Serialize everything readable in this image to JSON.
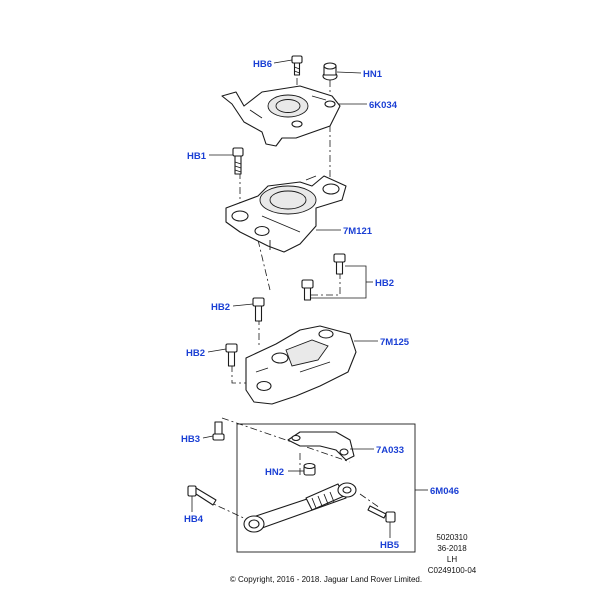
{
  "callouts": {
    "hb6": "HB6",
    "hn1": "HN1",
    "6k034": "6K034",
    "hb1": "HB1",
    "7m121": "7M121",
    "hb2_right": "HB2",
    "hb2_mid": "HB2",
    "hb2_left": "HB2",
    "7m125": "7M125",
    "hb3": "HB3",
    "7a033": "7A033",
    "hn2": "HN2",
    "6m046": "6M046",
    "hb4": "HB4",
    "hb5": "HB5"
  },
  "info_block": {
    "line1": "5020310",
    "line2": "36-2018",
    "line3": "LH",
    "line4": "C0249100-04"
  },
  "copyright": "© Copyright, 2016 - 2018. Jaguar Land Rover Limited.",
  "colors": {
    "callout": "#1a3fd4",
    "line": "#1b1b1b"
  }
}
